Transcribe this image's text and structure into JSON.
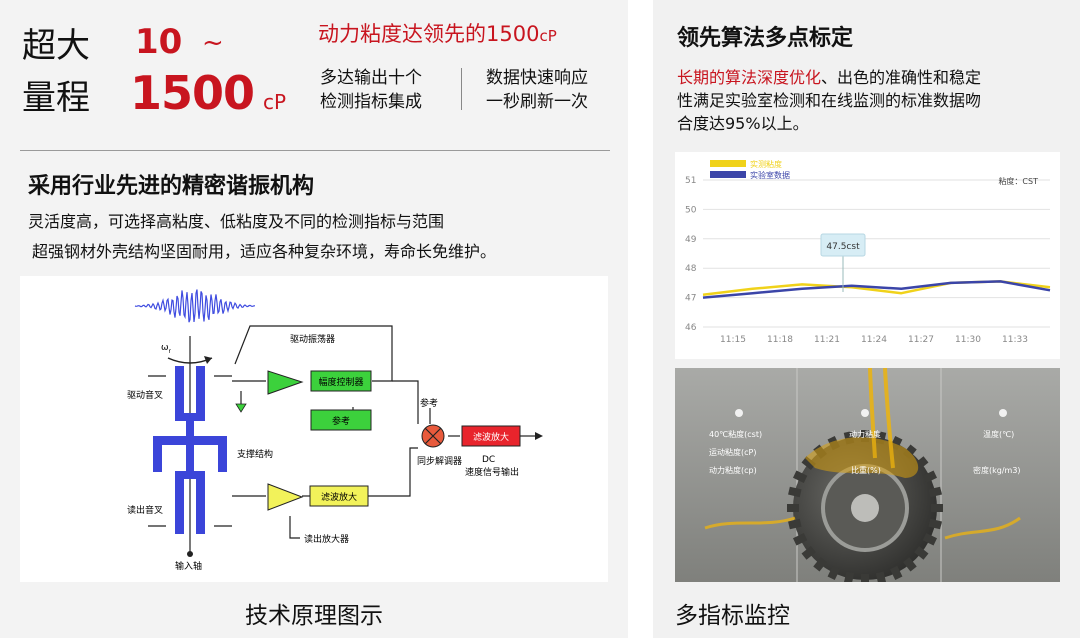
{
  "left": {
    "range_label_1": "超大",
    "range_label_2": "量程",
    "range_from": "10",
    "range_tilde": "~",
    "range_to": "1500",
    "range_unit": "cP",
    "headline": "动力粘度达领先的1500",
    "headline_unit": "cP",
    "feature1_line1": "多达输出十个",
    "feature1_line2": "检测指标集成",
    "feature2_line1": "数据快速响应",
    "feature2_line2": "一秒刷新一次",
    "section_title": "采用行业先进的精密谐振机构",
    "desc1": "灵活度高，可选择高粘度、低粘度及不同的检测指标与范围",
    "desc2": "超强钢材外壳结构坚固耐用，适应各种复杂环境，寿命长免维护。",
    "caption": "技术原理图示",
    "diagram": {
      "drive_osc": "驱动振荡器",
      "omega": "ω",
      "omega_sub": "r",
      "drive_fork": "驱动音叉",
      "amp_ctrl": "幅度控制器",
      "ref": "参考",
      "ref_label": "参考",
      "support": "支撑结构",
      "filter_amp_top": "滤波放大",
      "sync_demod": "同步解调器",
      "dc": "DC",
      "speed_out": "速度信号输出",
      "read_fork": "读出音叉",
      "filter_amp_bottom": "滤波放大",
      "read_amp": "读出放大器",
      "input_shaft": "输入轴"
    },
    "colors": {
      "red": "#c8151f",
      "green": "#3cd13c",
      "yellow": "#f2f25a",
      "blue": "#3b45d9"
    }
  },
  "right": {
    "title": "领先算法多点标定",
    "desc_red": "长期的算法深度优化",
    "desc_rest_1": "、出色的准确性和稳定",
    "desc_2": "性满足实验室检测和在线监测的标准数据吻",
    "desc_3": "合度达95%以上。",
    "caption": "多指标监控",
    "photo_labels": {
      "a1": "40℃粘度(cst)",
      "a2": "运动粘度(cP)",
      "a3": "动力粘度(cp)",
      "b1": "动力粘度",
      "b2": "比重(%)",
      "c1": "温度(℃)",
      "c2": "密度(kg/m3)"
    }
  },
  "chart_data": {
    "type": "line",
    "unit_label": "粘度：CST",
    "tooltip": "47.5cst",
    "x": [
      "11:15",
      "11:18",
      "11:21",
      "11:24",
      "11:27",
      "11:30",
      "11:33"
    ],
    "ylim": [
      46,
      51
    ],
    "yticks": [
      46,
      47,
      48,
      49,
      50,
      51
    ],
    "grid": true,
    "legend_position": "top-left",
    "series": [
      {
        "name": "实测粘度",
        "color": "#f0d21a",
        "values": [
          47.1,
          47.3,
          47.45,
          47.35,
          47.15,
          47.5,
          47.55,
          47.35
        ]
      },
      {
        "name": "实验室数据",
        "color": "#3b45a8",
        "values": [
          47.0,
          47.15,
          47.3,
          47.4,
          47.3,
          47.5,
          47.55,
          47.25
        ]
      }
    ]
  }
}
